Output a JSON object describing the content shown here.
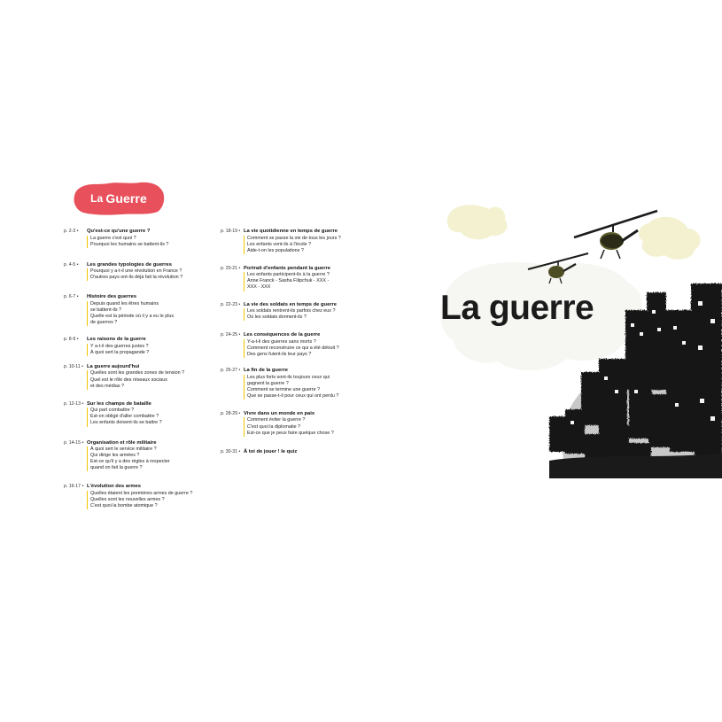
{
  "badge": {
    "word1": "La",
    "word2": "Guerre",
    "color": "#e8505b"
  },
  "hero_title": "La guerre",
  "toc_left": [
    {
      "page": "p. 2-3 •",
      "title": "Qu'est-ce qu'une guerre ?",
      "questions": [
        "La guerre c'est quoi ?",
        "Pourquoi les humains se battent-ils ?"
      ]
    },
    {
      "page": "p. 4-5 •",
      "title": "Les grandes typologies de guerres",
      "questions": [
        "Pourquoi y a-t-il une révolution en France ?",
        "D'autres pays ont-ils déjà fait la révolution ?"
      ]
    },
    {
      "page": "p. 6-7 •",
      "title": "Histoire des guerres",
      "questions": [
        "Depuis quand les êtres humains\nse battent-ils ?",
        "Quelle est la période où il y a eu le plus\nde guerres ?"
      ]
    },
    {
      "page": "p. 8-9 •",
      "title": "Les raisons de la guerre",
      "questions": [
        "Y a-t-il des guerres justes ?",
        "À quoi sert la propagande ?"
      ]
    },
    {
      "page": "p. 10-11 •",
      "title": "La guerre aujourd'hui",
      "questions": [
        "Quelles sont les grandes zones de tension ?",
        "Quel est le rôle des réseaux sociaux\net des médias ?"
      ]
    },
    {
      "page": "p. 12-13 •",
      "title": "Sur les champs de bataille",
      "questions": [
        "Qui part combattre ?",
        "Est-on obligé d'aller combattre ?",
        "Les enfants doivent-ils se battre ?"
      ]
    },
    {
      "page": "p. 14-15 •",
      "title": "Organisation et rôle militaire",
      "questions": [
        "À quoi sert le service militaire ?",
        "Qui dirige les armées ?",
        "Est-ce qu'il y a des règles à respecter\nquand on fait la guerre ?"
      ]
    },
    {
      "page": "p. 16-17 •",
      "title": "L'évolution des armes",
      "questions": [
        "Quelles étaient les premières armes de guerre ?",
        "Quelles sont les nouvelles armes ?",
        "C'est quoi la bombe atomique ?"
      ]
    }
  ],
  "toc_right": [
    {
      "page": "p. 18-19 •",
      "title": "La vie quotidienne en temps de guerre",
      "questions": [
        "Comment se passe la vie de tous les jours ?",
        "Les enfants vont-ils à l'école ?",
        "Aide-t-on les populations ?"
      ]
    },
    {
      "page": "p. 20-21 •",
      "title": "Portrait d'enfants pendant la guerre",
      "questions": [
        "Les enfants participent-ils à la guerre ?",
        "Anne Franck - Sasha Filipchuk - XXX -\nXXX - XXX"
      ]
    },
    {
      "page": "p. 22-23 •",
      "title": "La vie des soldats en temps de guerre",
      "questions": [
        "Les soldats rentrent-ils parfois chez eux ?",
        "Où les soldats dorment-ils ?"
      ]
    },
    {
      "page": "p. 24-25 •",
      "title": "Les conséquences de la guerre",
      "questions": [
        "Y-a-t-il des guerres sans morts ?",
        "Comment reconstruire ce qui a été détruit ?",
        "Des gens fuient-ils leur pays ?"
      ]
    },
    {
      "page": "p. 26-27 •",
      "title": "La fin de la guerre",
      "questions": [
        "Les plus forts sont-ils toujours ceux qui\ngagnent la guerre ?",
        "Comment se termine une guerre ?",
        "Que se passe-t-il pour ceux qui ont perdu ?"
      ]
    },
    {
      "page": "p. 28-29 •",
      "title": "Vivre dans un monde en paix",
      "questions": [
        "Comment éviter la guerre ?",
        "C'est quoi la diplomatie ?",
        "Est-ce que je peux faire quelque chose ?"
      ]
    },
    {
      "page": "p. 30-31 •",
      "title": "À toi de jouer ! le quiz",
      "questions": []
    }
  ]
}
